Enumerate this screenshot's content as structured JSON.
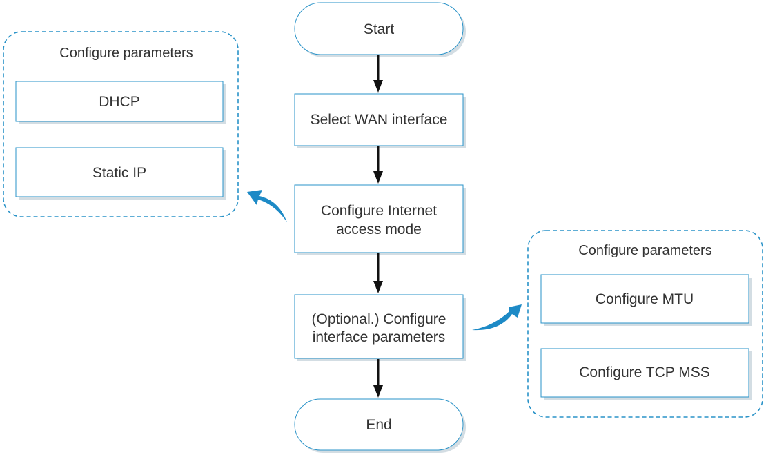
{
  "flowchart": {
    "start": "Start",
    "select_wan": "Select WAN interface",
    "internet_mode": [
      "Configure Internet",
      "access mode"
    ],
    "interface_params": [
      "(Optional.) Configure",
      "interface parameters"
    ],
    "end": "End"
  },
  "left_group": {
    "title": "Configure parameters",
    "items": [
      "DHCP",
      "Static IP"
    ]
  },
  "right_group": {
    "title": "Configure parameters",
    "items": [
      "Configure MTU",
      "Configure TCP MSS"
    ]
  },
  "colors": {
    "accent": "#2a93c8",
    "callout_arrow": "#1d8ac6",
    "connector": "#111111"
  }
}
